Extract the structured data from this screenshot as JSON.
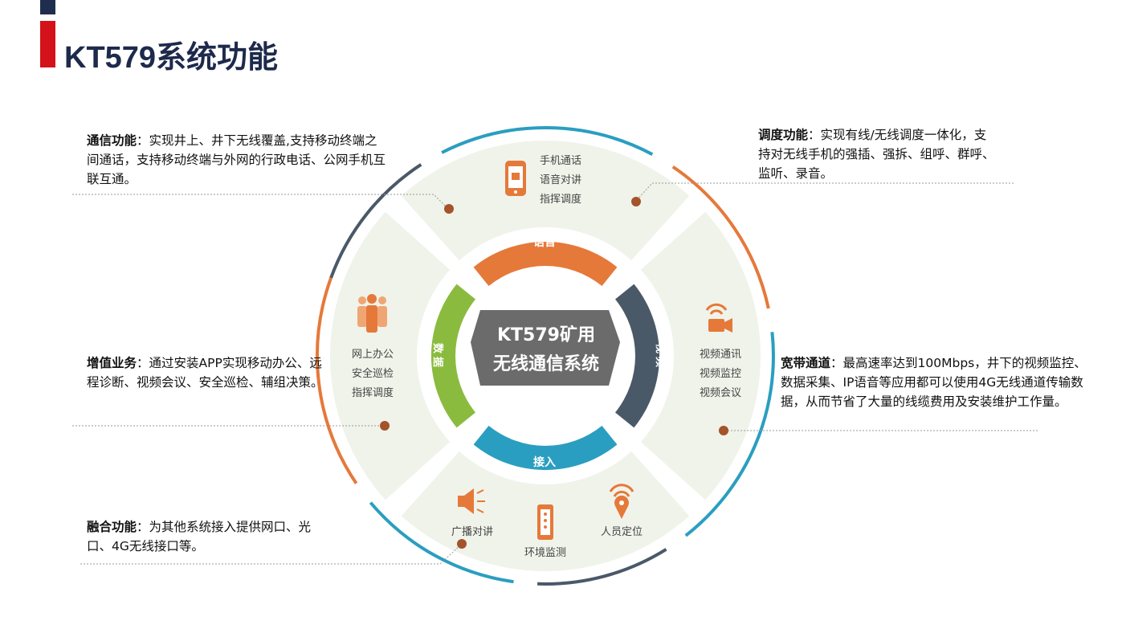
{
  "title": "KT579系统功能",
  "colors": {
    "navy": "#1f2d4f",
    "red": "#d3121a",
    "orange": "#e5793a",
    "green": "#8abb3f",
    "slate": "#4a5968",
    "teal": "#2a9ec0",
    "panel": "#f0f3ea",
    "dot": "#a4532a"
  },
  "center": {
    "line1": "KT579矿用",
    "line2": "无线通信系统"
  },
  "ring": {
    "top": "语音",
    "left": "数据",
    "right": "视频",
    "bottom": "接入"
  },
  "sectors": {
    "top": {
      "icon": "mobile-phone-icon",
      "items": [
        "手机通话",
        "语音对讲",
        "指挥调度"
      ]
    },
    "left": {
      "icon": "people-group-icon",
      "items": [
        "网上办公",
        "安全巡检",
        "指挥调度"
      ]
    },
    "right": {
      "icon": "video-camera-icon",
      "items": [
        "视频通讯",
        "视频监控",
        "视频会议"
      ]
    },
    "bottom": [
      {
        "icon": "loudspeaker-icon",
        "label": "广播对讲"
      },
      {
        "icon": "environment-sensor-icon",
        "label": "环境监测"
      },
      {
        "icon": "location-pin-icon",
        "label": "人员定位"
      }
    ]
  },
  "callouts": {
    "comm": {
      "head": "通信功能",
      "sep": "：",
      "body": "实现井上、井下无线覆盖,支持移动终端之间通话，支持移动终端与外网的行政电话、公网手机互联互通。"
    },
    "dispatch": {
      "head": "调度功能",
      "sep": "：",
      "body": "实现有线/无线调度一体化，支持对无线手机的强插、强拆、组呼、群呼、监听、录音。"
    },
    "value": {
      "head": "增值业务",
      "sep": "：",
      "body": "通过安装APP实现移动办公、远程诊断、视频会议、安全巡检、辅组决策。"
    },
    "broadband": {
      "head": "宽带通道",
      "sep": "：",
      "body": "最高速率达到100Mbps，井下的视频监控、数据采集、IP语音等应用都可以使用4G无线通道传输数据，从而节省了大量的线缆费用及安装维护工作量。"
    },
    "fusion": {
      "head": "融合功能",
      "sep": "：",
      "body": "为其他系统接入提供网口、光口、4G无线接口等。"
    }
  }
}
